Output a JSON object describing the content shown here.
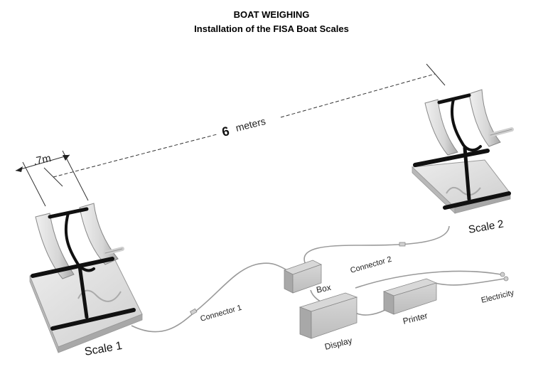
{
  "header": {
    "title": "BOAT WEIGHING",
    "subtitle": "Installation of the FISA Boat Scales"
  },
  "dimensions": {
    "scale_width": ".7m",
    "distance_number": "6",
    "distance_unit": "meters"
  },
  "labels": {
    "scale_1": "Scale 1",
    "scale_2": "Scale 2",
    "connector_1": "Connector 1",
    "connector_2": "Connector 2",
    "box": "Box",
    "display": "Display",
    "printer": "Printer",
    "electricity": "Electricity"
  }
}
